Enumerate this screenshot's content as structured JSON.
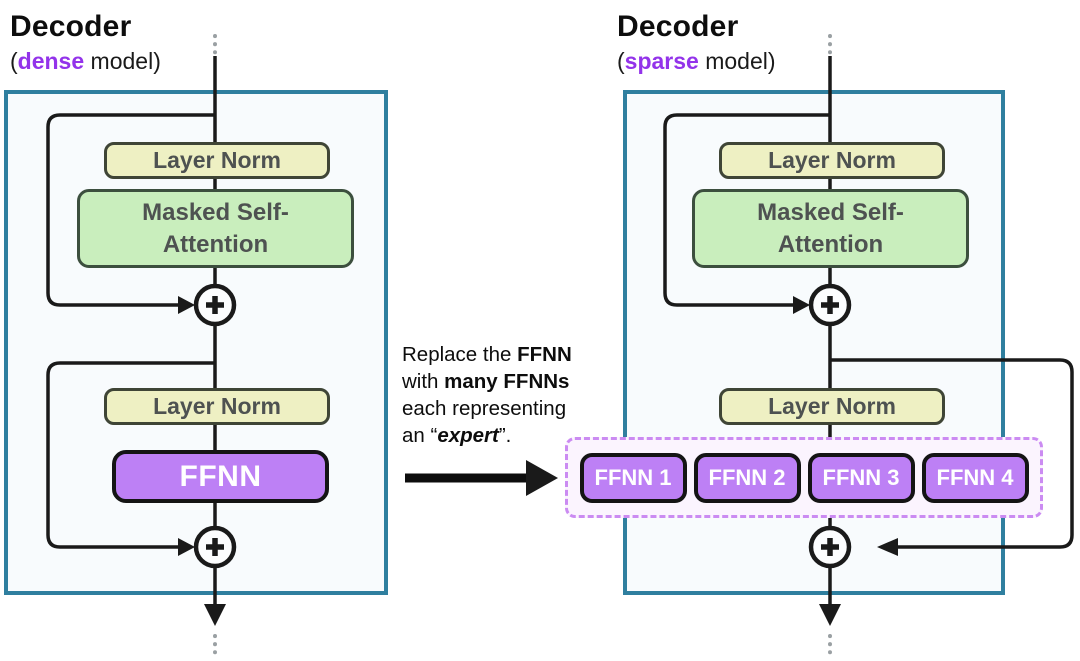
{
  "panels": {
    "dense": {
      "title": "Decoder",
      "subtitle": {
        "open": "(",
        "accent": "dense",
        "rest": " model)"
      },
      "layer_norm_top": "Layer Norm",
      "attention_line1": "Masked Self-",
      "attention_line2": "Attention",
      "layer_norm_bottom": "Layer Norm",
      "ffnn": "FFNN"
    },
    "sparse": {
      "title": "Decoder",
      "subtitle": {
        "open": "(",
        "accent": "sparse",
        "rest": " model)"
      },
      "layer_norm_top": "Layer Norm",
      "attention_line1": "Masked Self-",
      "attention_line2": "Attention",
      "layer_norm_bottom": "Layer Norm",
      "experts": [
        {
          "label": "FFNN 1"
        },
        {
          "label": "FFNN 2"
        },
        {
          "label": "FFNN 3"
        },
        {
          "label": "FFNN 4"
        }
      ]
    }
  },
  "annotation": {
    "line1": {
      "regular": "Replace the ",
      "bold": "FFNN"
    },
    "line2": {
      "regular": "with ",
      "bold": "many FFNNs"
    },
    "line3": "each representing",
    "line4": {
      "prefix": "an “",
      "accent": "expert",
      "suffix": "”."
    }
  },
  "icons": {
    "residual_add": "+"
  },
  "colors": {
    "accent-purple": "#9333ea",
    "panel-border": "#2f7f9f",
    "panel-fill": "#f8fbfd",
    "layernorm-fill": "#eef0c3",
    "layernorm-border": "#3f4536",
    "attention-fill": "#c9eebd",
    "attention-border": "#3c4f3e",
    "ffnn-fill": "#bd80f5",
    "ffnn-border": "#141414",
    "experts-fill": "#fbf4fe",
    "experts-border": "#cb8bf2",
    "block-text": "#4e5251",
    "line-color": "#1a1a1a"
  }
}
